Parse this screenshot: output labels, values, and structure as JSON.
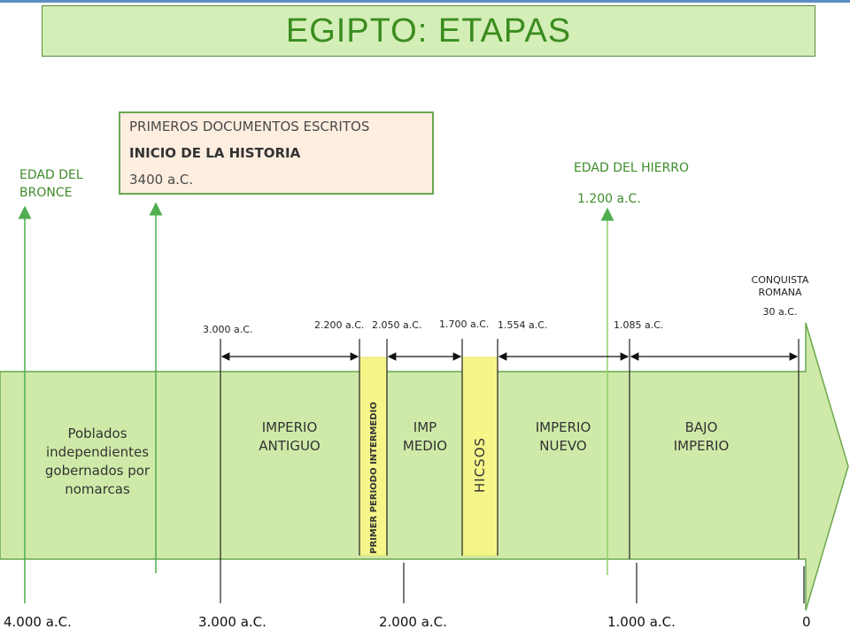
{
  "title": "EGIPTO: ETAPAS",
  "history_box": {
    "line1": "PRIMEROS DOCUMENTOS ESCRITOS",
    "line2": "INICIO DE LA HISTORIA",
    "line3": "3400 a.C."
  },
  "labels": {
    "bronze_1": "EDAD DEL",
    "bronze_2": "BRONCE",
    "iron": "EDAD DEL HIERRO",
    "iron_date": "1.200 a.C.",
    "conquest_1": "CONQUISTA",
    "conquest_2": "ROMANA",
    "conquest_date": "30 a.C."
  },
  "dates": {
    "d3000": "3.000 a.C.",
    "d2200": "2.200 a.C.",
    "d2050": "2.050 a.C.",
    "d1700": "1.700 a.C.",
    "d1554": "1.554 a.C.",
    "d1085": "1.085 a.C."
  },
  "segments": {
    "poblados": [
      "Poblados",
      "independientes",
      "gobernados por",
      "nomarcas"
    ],
    "antiguo": [
      "IMPERIO",
      "ANTIGUO"
    ],
    "intermedio": "PRIMER PERIODO INTERMEDIO",
    "medio": [
      "IMP",
      "MEDIO"
    ],
    "hicsos": "HICSOS",
    "nuevo": [
      "IMPERIO",
      "NUEVO"
    ],
    "bajo": [
      "BAJO",
      "IMPERIO"
    ]
  },
  "axis": {
    "a4000": "4.000 a.C.",
    "a3000": "3.000 a.C.",
    "a2000": "2.000 a.C.",
    "a1000": "1.000 a.C.",
    "a0": "0"
  },
  "colors": {
    "band": "#cfeaa8",
    "band_border": "#6aa84f",
    "highlight": "#f5f58a",
    "arrow_green": "#4fae4f",
    "title_green": "#3a8c1e"
  }
}
